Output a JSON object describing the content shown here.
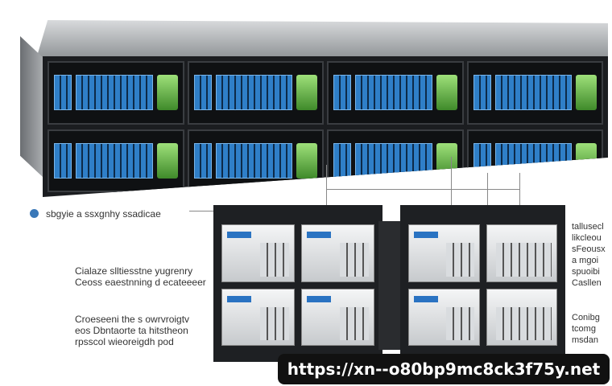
{
  "labels": {
    "top_callout": "sbgyie a ssxgnhy ssadicae",
    "left_mid": [
      "Cialaze slltiesstne yugrenry",
      "Ceoss eaestnning d ecateeeer"
    ],
    "left_bottom": [
      "Croeseeni the s owrvroigtv",
      "eos Dbntaorte ta hitstheon",
      "rpsscol wieoreigdh pod"
    ],
    "right_top": [
      "tallusecl",
      "likcleou",
      "sFeousx",
      "a mgoi",
      "spuoibi",
      "Casllen"
    ],
    "right_bottom": [
      "Conibg",
      "tcomg",
      "msdan"
    ]
  },
  "watermark": "https://xn--o80bp9mc8ck3f75y.net",
  "colors": {
    "accent_blue": "#2f7fc8",
    "drive_green": "#6cc04a",
    "rack": "#1b1d20"
  }
}
